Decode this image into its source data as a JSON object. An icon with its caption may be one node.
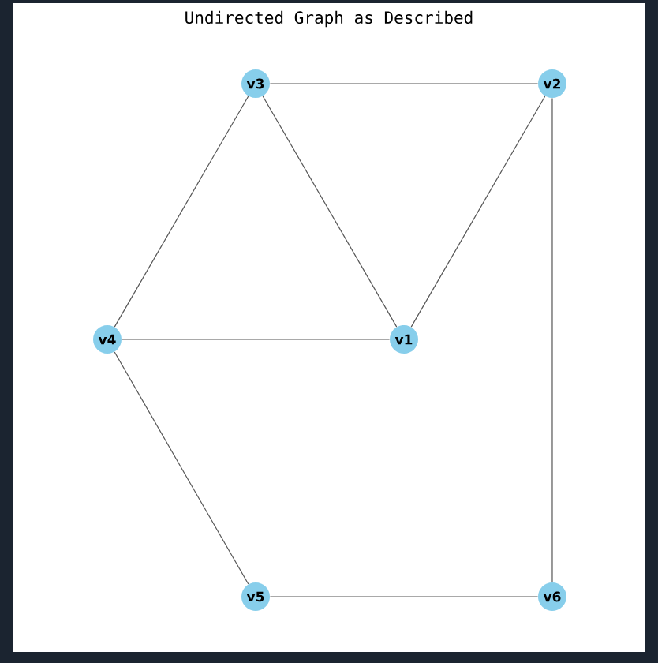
{
  "diagram": {
    "title": "Undirected Graph as Described",
    "nodes": [
      {
        "text": [
          "v3"
        ]
      },
      {
        "text": [
          "v2"
        ]
      },
      {
        "text": [
          "v4"
        ]
      },
      {
        "text": [
          "v1"
        ]
      },
      {
        "text": [
          "v5"
        ]
      },
      {
        "text": [
          "v6"
        ]
      }
    ],
    "edges": [
      {
        "from": 0,
        "to": 1,
        "arrow": "none"
      },
      {
        "from": 0,
        "to": 2,
        "arrow": "none"
      },
      {
        "from": 0,
        "to": 3,
        "arrow": "none"
      },
      {
        "from": 1,
        "to": 3,
        "arrow": "none"
      },
      {
        "from": 1,
        "to": 5,
        "arrow": "none"
      },
      {
        "from": 2,
        "to": 3,
        "arrow": "none"
      },
      {
        "from": 2,
        "to": 4,
        "arrow": "none"
      },
      {
        "from": 4,
        "to": 5,
        "arrow": "none"
      }
    ]
  }
}
